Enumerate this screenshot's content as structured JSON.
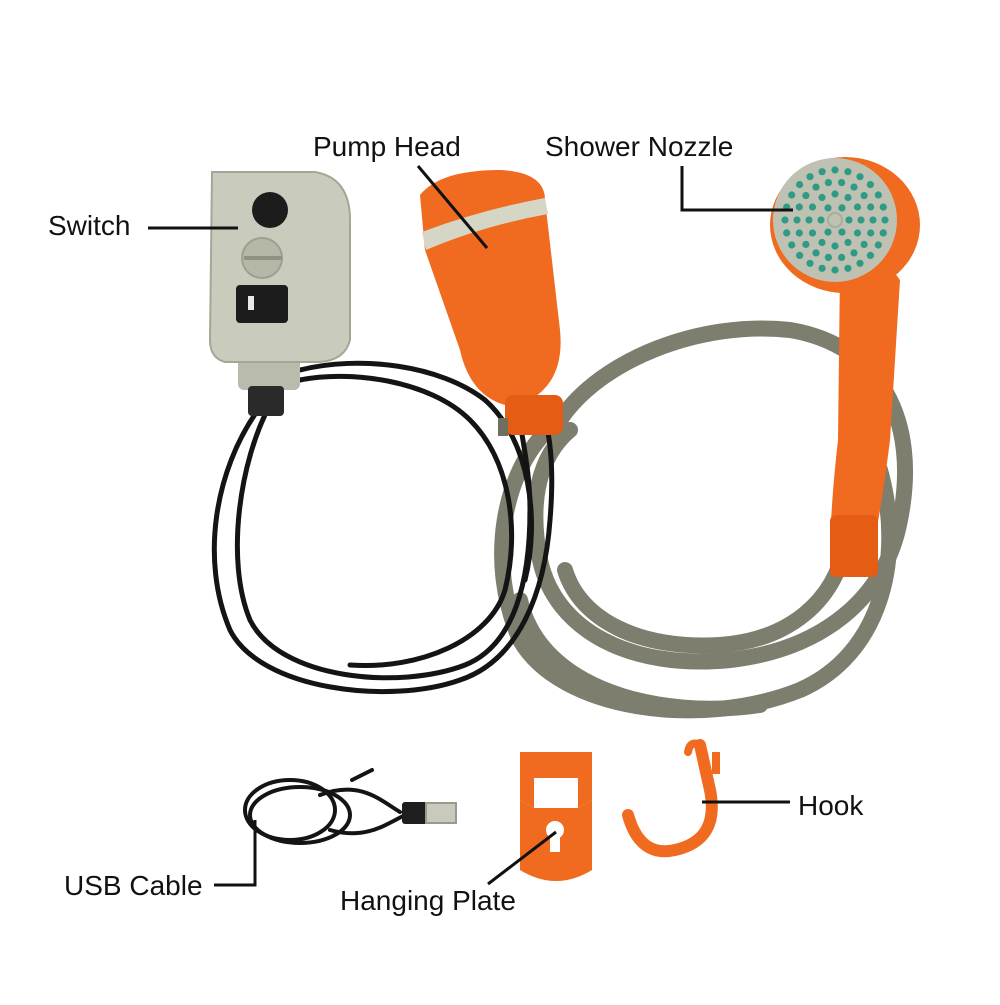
{
  "labels": {
    "switch": "Switch",
    "pump_head": "Pump Head",
    "shower_nozzle": "Shower Nozzle",
    "hook": "Hook",
    "usb_cable": "USB Cable",
    "hanging_plate": "Hanging Plate"
  },
  "colors": {
    "orange": "#f06a1f",
    "hose_gray": "#7d7e6e",
    "switch_box": "#c9ccbc",
    "cable_black": "#141414",
    "nozzle_teal": "#2f9a85"
  }
}
